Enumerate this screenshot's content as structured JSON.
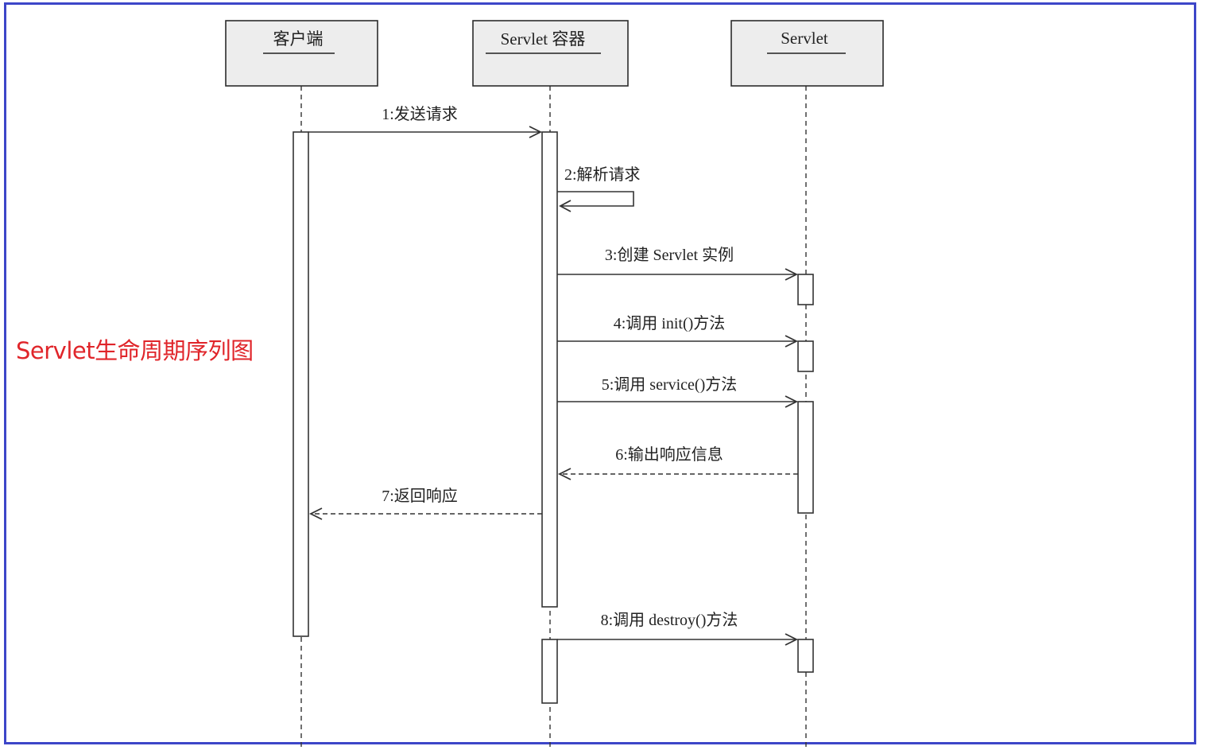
{
  "side_title": "Servlet生命周期序列图",
  "colors": {
    "frame_border": "#3d46c8",
    "side_title": "#e0252a",
    "lifeline_head_fill": "#ededed"
  },
  "lifelines": [
    {
      "id": "client",
      "name": "客户端"
    },
    {
      "id": "container",
      "name": "Servlet 容器"
    },
    {
      "id": "servlet",
      "name": "Servlet"
    }
  ],
  "messages": [
    {
      "label": "1:发送请求",
      "from": "client",
      "to": "container",
      "kind": "call"
    },
    {
      "label": "2:解析请求",
      "from": "container",
      "to": "container",
      "kind": "self"
    },
    {
      "label": "3:创建 Servlet 实例",
      "from": "container",
      "to": "servlet",
      "kind": "call"
    },
    {
      "label": "4:调用 init()方法",
      "from": "container",
      "to": "servlet",
      "kind": "call"
    },
    {
      "label": "5:调用 service()方法",
      "from": "container",
      "to": "servlet",
      "kind": "call"
    },
    {
      "label": "6:输出响应信息",
      "from": "servlet",
      "to": "container",
      "kind": "return"
    },
    {
      "label": "7:返回响应",
      "from": "container",
      "to": "client",
      "kind": "return"
    },
    {
      "label": "8:调用 destroy()方法",
      "from": "container",
      "to": "servlet",
      "kind": "call"
    }
  ]
}
